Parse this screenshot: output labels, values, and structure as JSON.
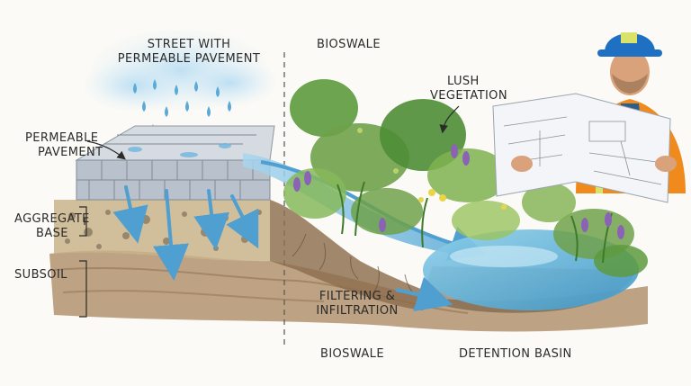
{
  "labels": {
    "street_line1": "STREET WITH",
    "street_line2": "PERMEABLE PAVEMENT",
    "bioswale_top": "BIOSWALE",
    "lush_line1": "LUSH",
    "lush_line2": "VEGETATION",
    "permeable_line1": "PERMEABLE",
    "permeable_line2": "PAVEMENT",
    "aggregate_line1": "AGGREGATE",
    "aggregate_line2": "BASE",
    "subsoil": "SUBSOIL",
    "filtering_line1": "FILTERING &",
    "filtering_line2": "INFILTRATION",
    "bioswale_bottom": "BIOSWALE",
    "detention_basin": "DETENTION BASIN"
  },
  "colors": {
    "water": "#5aa9d6",
    "water_light": "#a9d8f0",
    "paver": "#b9c2cc",
    "aggregate": "#c9b38a",
    "subsoil": "#a8845e",
    "vegetation": "#6fa14a",
    "flower": "#8a63b5",
    "vest": "#f08a1c",
    "hardhat": "#1f6fc2"
  },
  "icons": {
    "worker": "engineer-with-blueprint-icon",
    "helmet_badge": "hardhat-badge-icon"
  }
}
